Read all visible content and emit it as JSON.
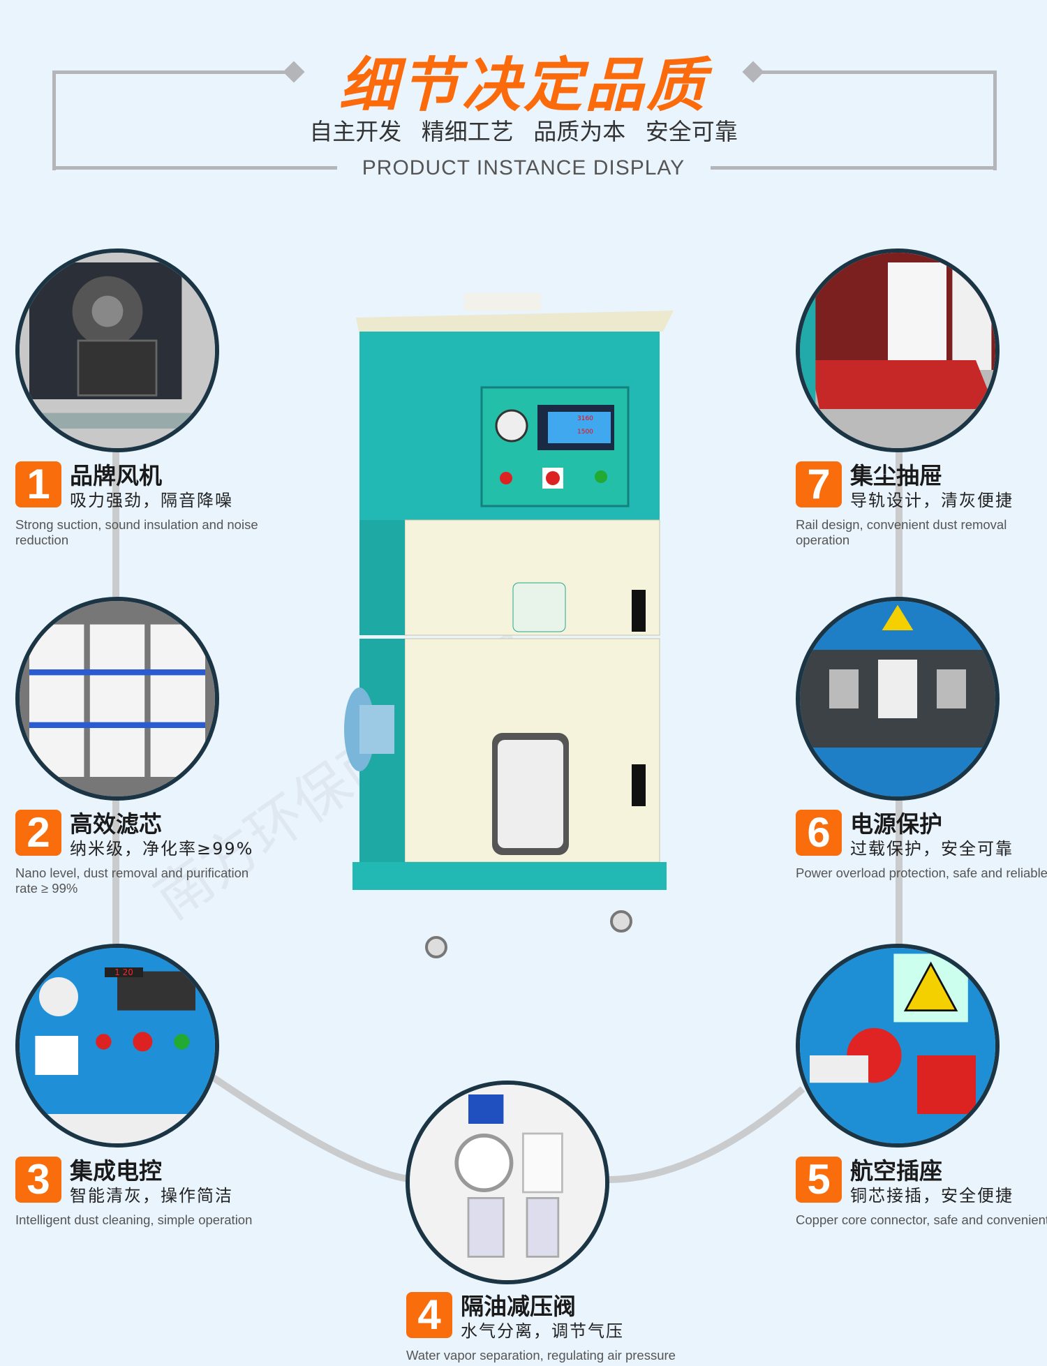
{
  "header": {
    "title": "细节决定品质",
    "subtitle": "自主开发 精细工艺 品质为本 安全可靠",
    "english": "PRODUCT INSTANCE DISPLAY"
  },
  "features": [
    {
      "num": "1",
      "title": "品牌风机",
      "sub": "吸力强劲，隔音降噪",
      "en": "Strong suction, sound insulation and noise reduction"
    },
    {
      "num": "2",
      "title": "高效滤芯",
      "sub": "纳米级，净化率≥99%",
      "en": "Nano level, dust removal and purification rate ≥ 99%"
    },
    {
      "num": "3",
      "title": "集成电控",
      "sub": "智能清灰，操作简洁",
      "en": "Intelligent dust cleaning, simple operation"
    },
    {
      "num": "4",
      "title": "隔油减压阀",
      "sub": "水气分离，调节气压",
      "en": "Water vapor separation, regulating air pressure"
    },
    {
      "num": "5",
      "title": "航空插座",
      "sub": "铜芯接插，安全便捷",
      "en": "Copper core connector, safe and convenient"
    },
    {
      "num": "6",
      "title": "电源保护",
      "sub": "过载保护，安全可靠",
      "en": "Power overload protection, safe and reliable"
    },
    {
      "num": "7",
      "title": "集尘抽屉",
      "sub": "导轨设计，清灰便捷",
      "en": "Rail design, convenient dust removal operation"
    }
  ],
  "machine": {
    "display_values": [
      "3160",
      "1500"
    ],
    "timer": "1 20"
  },
  "colors": {
    "accent": "#fb6a0b",
    "machine": "#22b8b4",
    "panel": "#f5f3de"
  }
}
